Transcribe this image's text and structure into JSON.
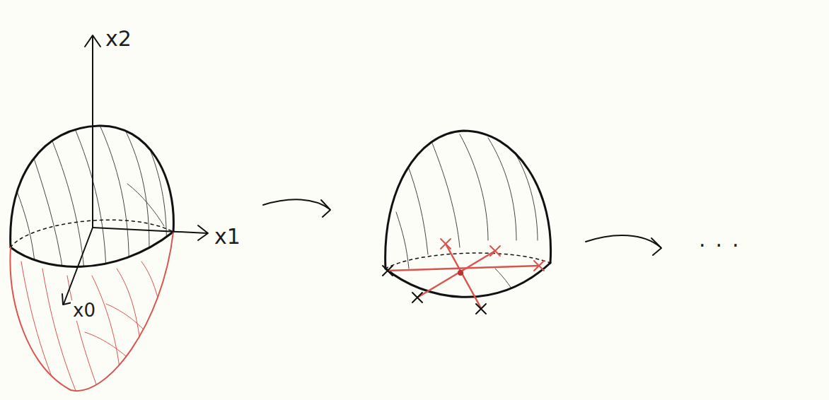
{
  "diagram": {
    "labels": [
      "x2",
      "x1",
      "x0",
      "..."
    ]
  }
}
